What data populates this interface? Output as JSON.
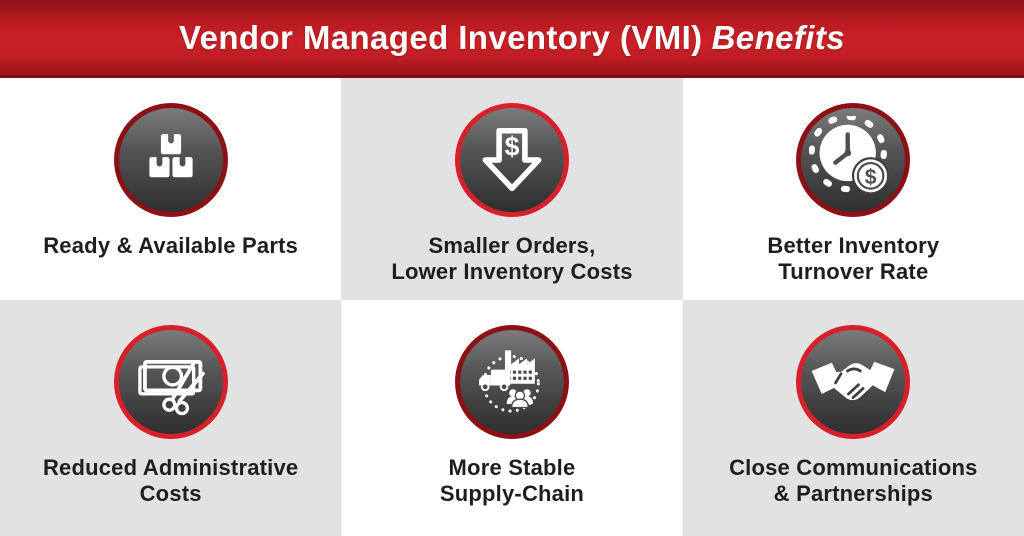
{
  "header": {
    "title": "Vendor Managed Inventory (VMI)",
    "title_suffix": "Benefits"
  },
  "colors": {
    "banner_red_top": "#8e1015",
    "banner_red_mid": "#cb2127",
    "banner_red_bottom_line": "#7c0c10",
    "cell_gray": "#e2e2e2",
    "cell_white": "#ffffff",
    "label_text": "#1e1e1e",
    "icon_circle_top": "#7b7b7b",
    "icon_circle_bottom": "#2e2e2e",
    "ring_dark_red": "#8c1114",
    "ring_bright_red": "#d7212a",
    "icon_glyph": "#ffffff"
  },
  "cards": [
    {
      "icon": "stacked-boxes-icon",
      "label_lines": [
        "Ready & Available Parts"
      ],
      "background": "#ffffff",
      "ring_color": "#8c1114"
    },
    {
      "icon": "arrow-down-dollar-icon",
      "label_lines": [
        "Smaller Orders,",
        "Lower Inventory Costs"
      ],
      "background": "#e2e2e2",
      "ring_color": "#d7212a"
    },
    {
      "icon": "clock-dollar-icon",
      "label_lines": [
        "Better Inventory",
        "Turnover Rate"
      ],
      "background": "#ffffff",
      "ring_color": "#8c1114"
    },
    {
      "icon": "banknote-scissors-icon",
      "label_lines": [
        "Reduced Administrative",
        "Costs"
      ],
      "background": "#e2e2e2",
      "ring_color": "#d7212a"
    },
    {
      "icon": "supply-chain-cycle-icon",
      "label_lines": [
        "More Stable",
        "Supply-Chain"
      ],
      "background": "#ffffff",
      "ring_color": "#8c1114"
    },
    {
      "icon": "handshake-icon",
      "label_lines": [
        "Close Communications",
        "& Partnerships"
      ],
      "background": "#e2e2e2",
      "ring_color": "#d7212a"
    }
  ]
}
